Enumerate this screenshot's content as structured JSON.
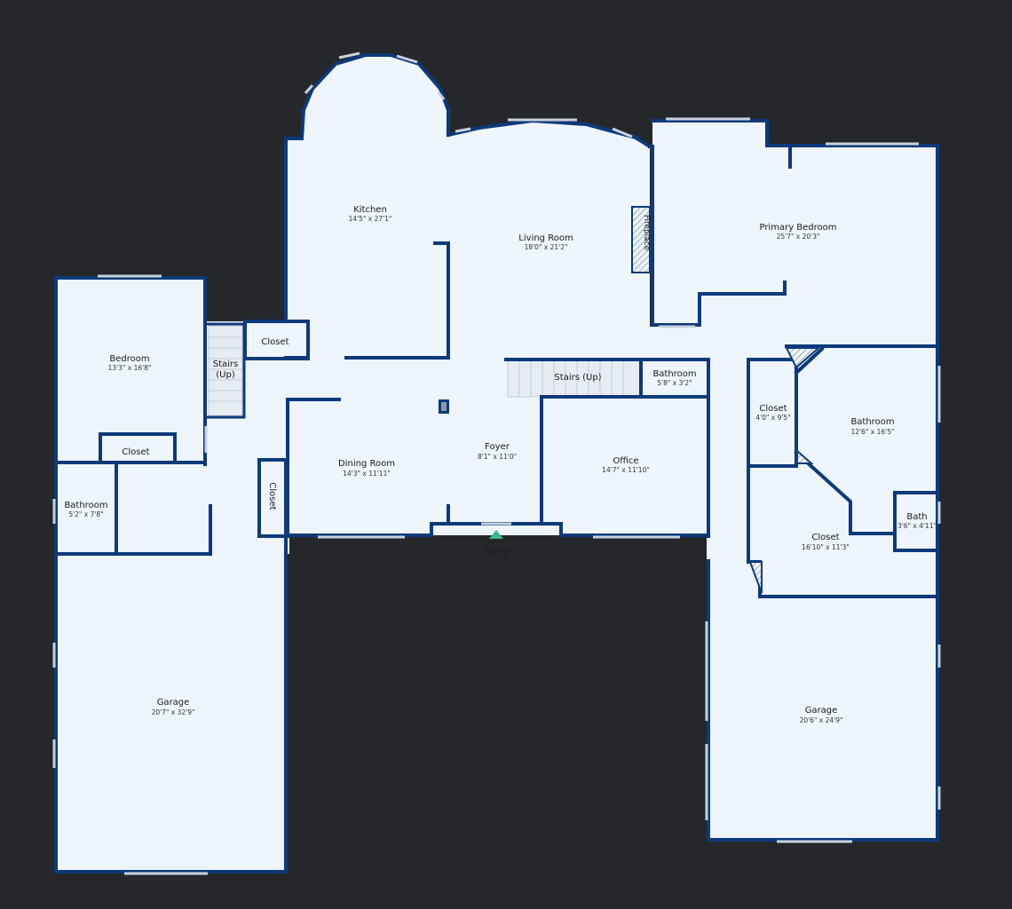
{
  "rooms": {
    "kitchen": {
      "name": "Kitchen",
      "dim": "14'5\" x 27'1\""
    },
    "living": {
      "name": "Living Room",
      "dim": "18'0\" x 21'2\""
    },
    "fireplace": {
      "name": "Fireplace"
    },
    "primary_bedroom": {
      "name": "Primary Bedroom",
      "dim": "25'7\" x 20'3\""
    },
    "bedroom": {
      "name": "Bedroom",
      "dim": "13'3\" x 16'8\""
    },
    "stairs_left": {
      "name": "Stairs",
      "sub": "(Up)"
    },
    "closet_top": {
      "name": "Closet"
    },
    "closet_bedroom": {
      "name": "Closet"
    },
    "bathroom_left": {
      "name": "Bathroom",
      "dim": "5'2\" x 7'8\""
    },
    "closet_vertical": {
      "name": "Closet"
    },
    "dining": {
      "name": "Dining Room",
      "dim": "14'3\" x 11'11\""
    },
    "foyer": {
      "name": "Foyer",
      "dim": "8'1\" x 11'0\""
    },
    "stairs_center": {
      "name": "Stairs (Up)"
    },
    "bathroom_small": {
      "name": "Bathroom",
      "dim": "5'8\" x 3'2\""
    },
    "office": {
      "name": "Office",
      "dim": "14'7\" x 11'10\""
    },
    "closet_right": {
      "name": "Closet",
      "dim": "4'0\" x 9'5\""
    },
    "bathroom_primary": {
      "name": "Bathroom",
      "dim": "12'6\" x 16'5\""
    },
    "bath": {
      "name": "Bath",
      "dim": "3'6\" x 4'11\""
    },
    "closet_walkin": {
      "name": "Closet",
      "dim": "16'10\" x 11'3\""
    },
    "garage_left": {
      "name": "Garage",
      "dim": "20'7\" x 32'9\""
    },
    "garage_right": {
      "name": "Garage",
      "dim": "20'6\" x 24'9\""
    }
  },
  "entry": {
    "label": "Entry",
    "marker_color": "#3dbb8a"
  },
  "colors": {
    "background": "#26272b",
    "floor": "#eef5fd",
    "wall": "#0d3a7a"
  }
}
